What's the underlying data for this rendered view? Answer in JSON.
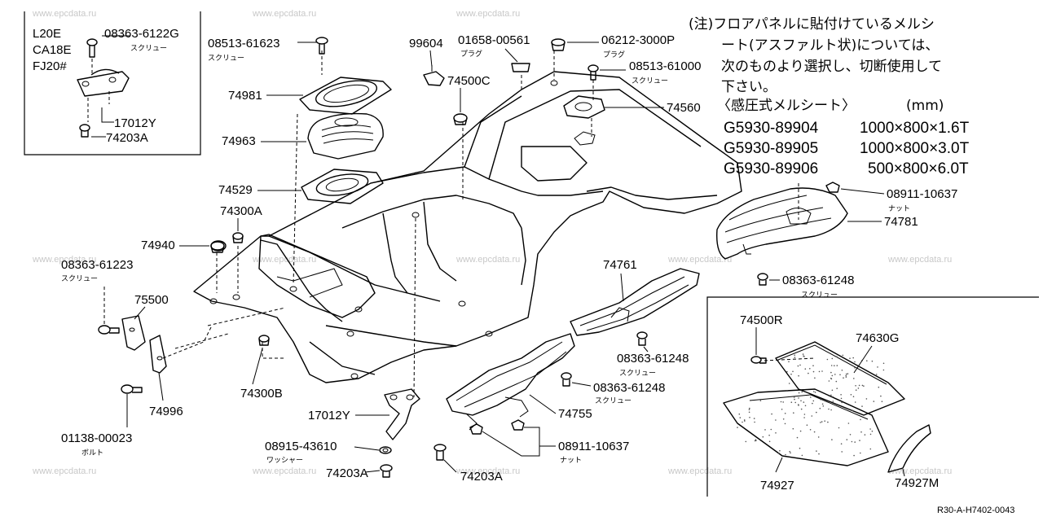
{
  "watermark": "www.epcdata.ru",
  "inset_engine": {
    "lines": [
      "L20E",
      "CA18E",
      "FJ20#"
    ]
  },
  "callouts": [
    {
      "id": "c-08363-6122G",
      "text": "08363-6122G",
      "sub": "スクリュー"
    },
    {
      "id": "c-17012Y-a",
      "text": "17012Y",
      "sub": ""
    },
    {
      "id": "c-74203A-a",
      "text": "74203A",
      "sub": ""
    },
    {
      "id": "c-08513-61623",
      "text": "08513-61623",
      "sub": "スクリュー"
    },
    {
      "id": "c-74981",
      "text": "74981",
      "sub": ""
    },
    {
      "id": "c-74963",
      "text": "74963",
      "sub": ""
    },
    {
      "id": "c-74529",
      "text": "74529",
      "sub": ""
    },
    {
      "id": "c-74300A",
      "text": "74300A",
      "sub": ""
    },
    {
      "id": "c-74940",
      "text": "74940",
      "sub": ""
    },
    {
      "id": "c-08363-61223",
      "text": "08363-61223",
      "sub": "スクリュー"
    },
    {
      "id": "c-75500",
      "text": "75500",
      "sub": ""
    },
    {
      "id": "c-74996",
      "text": "74996",
      "sub": ""
    },
    {
      "id": "c-01138-00023",
      "text": "01138-00023",
      "sub": "ボルト"
    },
    {
      "id": "c-74300B",
      "text": "74300B",
      "sub": ""
    },
    {
      "id": "c-17012Y-b",
      "text": "17012Y",
      "sub": ""
    },
    {
      "id": "c-08915-43610",
      "text": "08915-43610",
      "sub": "ワッシャー"
    },
    {
      "id": "c-74203A-b",
      "text": "74203A",
      "sub": ""
    },
    {
      "id": "c-74203A-c",
      "text": "74203A",
      "sub": ""
    },
    {
      "id": "c-99604",
      "text": "99604",
      "sub": ""
    },
    {
      "id": "c-01658-00561",
      "text": "01658-00561",
      "sub": "プラグ"
    },
    {
      "id": "c-06212-3000P",
      "text": "06212-3000P",
      "sub": "プラグ"
    },
    {
      "id": "c-08513-61000",
      "text": "08513-61000",
      "sub": "スクリュー"
    },
    {
      "id": "c-74500C",
      "text": "74500C",
      "sub": ""
    },
    {
      "id": "c-74560",
      "text": "74560",
      "sub": ""
    },
    {
      "id": "c-08911-10637-a",
      "text": "08911-10637",
      "sub": "ナット"
    },
    {
      "id": "c-74781",
      "text": "74781",
      "sub": ""
    },
    {
      "id": "c-08363-61248-a",
      "text": "08363-61248",
      "sub": "スクリュー"
    },
    {
      "id": "c-74761",
      "text": "74761",
      "sub": ""
    },
    {
      "id": "c-08363-61248-b",
      "text": "08363-61248",
      "sub": "スクリュー"
    },
    {
      "id": "c-08363-61248-c",
      "text": "08363-61248",
      "sub": "スクリュー"
    },
    {
      "id": "c-74755",
      "text": "74755",
      "sub": ""
    },
    {
      "id": "c-08911-10637-b",
      "text": "08911-10637",
      "sub": "ナット"
    },
    {
      "id": "c-74500R",
      "text": "74500R",
      "sub": ""
    },
    {
      "id": "c-74630G",
      "text": "74630G",
      "sub": ""
    },
    {
      "id": "c-74927",
      "text": "74927",
      "sub": ""
    },
    {
      "id": "c-74927M",
      "text": "74927M",
      "sub": ""
    }
  ],
  "note": {
    "lines": [
      "(注)フロアパネルに貼付けているメルシ",
      "ート(アスファルト状)については、",
      "次のものより選択し、切断使用して",
      "下さい。"
    ],
    "table_title": "〈感圧式メルシート〉",
    "unit": "(mm)",
    "rows": [
      {
        "part": "G5930-89904",
        "size": "1000×800×1.6T"
      },
      {
        "part": "G5930-89905",
        "size": "1000×800×3.0T"
      },
      {
        "part": "G5930-89906",
        "size": "500×800×6.0T"
      }
    ]
  },
  "reference_code": "R30-A-H7402-0043"
}
